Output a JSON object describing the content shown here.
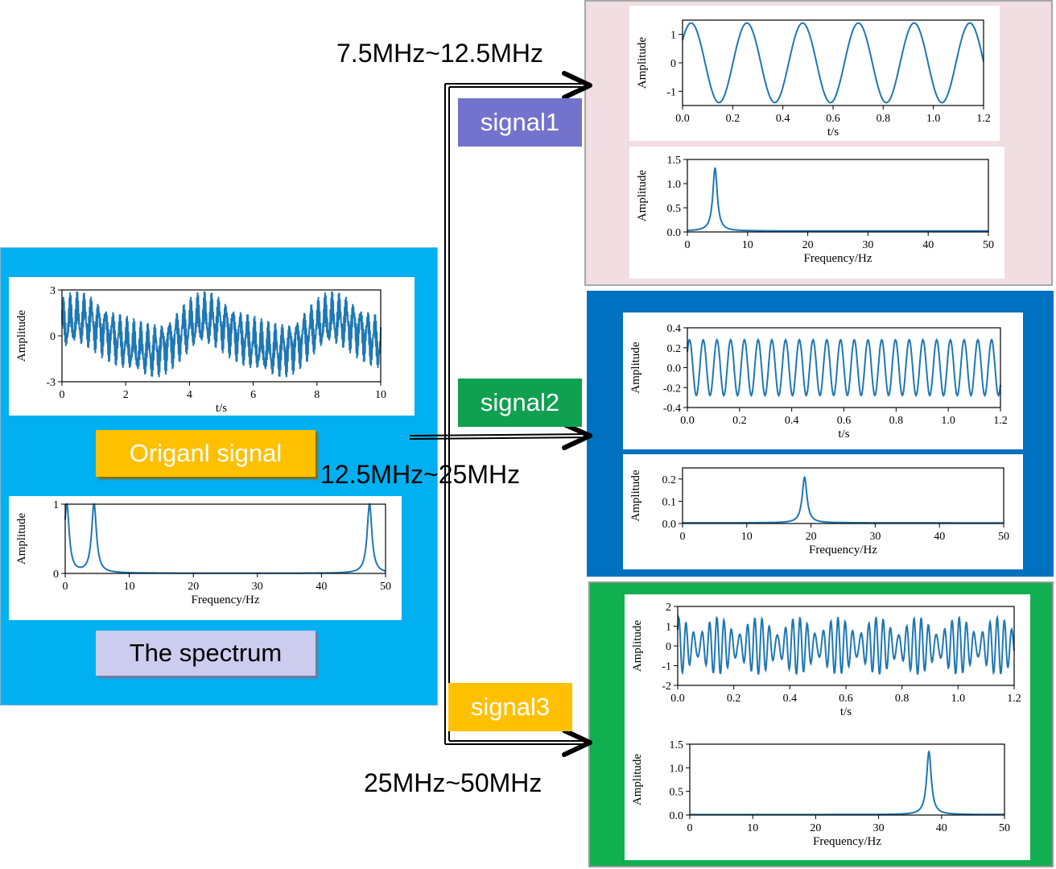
{
  "colors": {
    "line": "#1f77b4",
    "original_bg": "#00b0f0",
    "band1_bg": "#f0dee2",
    "band2_bg": "#0070c0",
    "band3_bg": "#10b050",
    "tag_origin": "#ffc000",
    "tag_spectrum": "#ccccee",
    "tag_signal1": "#7373cd",
    "tag_signal2": "#10a050",
    "tag_signal3": "#ffc000"
  },
  "labels": {
    "original_signal": "Origanl signal",
    "spectrum": "The spectrum",
    "signal1": "signal1",
    "signal2": "signal2",
    "signal3": "signal3",
    "band1": "7.5MHz~12.5MHz",
    "band2": "12.5MHz~25MHz",
    "band3": "25MHz~50MHz"
  },
  "chart_data": [
    {
      "id": "orig_time",
      "type": "line",
      "xlabel": "t/s",
      "ylabel": "Amplitude",
      "xlim": [
        0,
        10
      ],
      "ylim": [
        -3,
        3
      ],
      "xticks": [
        0,
        2,
        4,
        6,
        8,
        10
      ],
      "yticks": [
        -3,
        0,
        3
      ],
      "series": [
        {
          "components": [
            [
              0.25,
              1.0
            ],
            [
              4.5,
              1.0
            ],
            [
              47.5,
              1.0
            ]
          ],
          "samples": 900
        }
      ]
    },
    {
      "id": "orig_spec",
      "type": "line",
      "xlabel": "Frequency/Hz",
      "ylabel": "Amplitude",
      "xlim": [
        0,
        50
      ],
      "ylim": [
        0,
        1
      ],
      "xticks": [
        0,
        10,
        20,
        30,
        40,
        50
      ],
      "yticks": [
        0,
        1
      ],
      "series": [
        {
          "peaks": [
            [
              0.25,
              1.0
            ],
            [
              4.5,
              1.0
            ],
            [
              47.5,
              1.0
            ]
          ],
          "base": 0.003
        }
      ]
    },
    {
      "id": "s1_time",
      "type": "line",
      "xlabel": "t/s",
      "ylabel": "Amplitude",
      "xlim": [
        0,
        1.2
      ],
      "ylim": [
        -1.5,
        1.5
      ],
      "xticks": [
        0.0,
        0.2,
        0.4,
        0.6,
        0.8,
        1.0,
        1.2
      ],
      "yticks": [
        -1,
        0,
        1
      ],
      "series": [
        {
          "components": [
            [
              4.5,
              1.4
            ]
          ],
          "samples": 400
        }
      ]
    },
    {
      "id": "s1_spec",
      "type": "line",
      "xlabel": "Frequency/Hz",
      "ylabel": "Amplitude",
      "xlim": [
        0,
        50
      ],
      "ylim": [
        0,
        1.5
      ],
      "xticks": [
        0,
        10,
        20,
        30,
        40,
        50
      ],
      "yticks": [
        0.0,
        0.5,
        1.0,
        1.5
      ],
      "series": [
        {
          "peaks": [
            [
              4.6,
              1.3
            ]
          ],
          "base": 0.02
        }
      ]
    },
    {
      "id": "s2_time",
      "type": "line",
      "xlabel": "t/s",
      "ylabel": "Amplitude",
      "xlim": [
        0,
        1.2
      ],
      "ylim": [
        -0.4,
        0.4
      ],
      "xticks": [
        0.0,
        0.2,
        0.4,
        0.6,
        0.8,
        1.0,
        1.2
      ],
      "yticks": [
        -0.4,
        -0.2,
        0.0,
        0.2,
        0.4
      ],
      "series": [
        {
          "components": [
            [
              19,
              0.28
            ]
          ],
          "samples": 500
        }
      ]
    },
    {
      "id": "s2_spec",
      "type": "line",
      "xlabel": "Frequency/Hz",
      "ylabel": "Amplitude",
      "xlim": [
        0,
        50
      ],
      "ylim": [
        0,
        0.25
      ],
      "xticks": [
        0,
        10,
        20,
        30,
        40,
        50
      ],
      "yticks": [
        0.0,
        0.1,
        0.2
      ],
      "series": [
        {
          "peaks": [
            [
              19,
              0.205
            ]
          ],
          "base": 0.003
        }
      ]
    },
    {
      "id": "s3_time",
      "type": "line",
      "xlabel": "t/s",
      "ylabel": "Amplitude",
      "xlim": [
        0,
        1.2
      ],
      "ylim": [
        -2,
        2
      ],
      "xticks": [
        0.0,
        0.2,
        0.4,
        0.6,
        0.8,
        1.0,
        1.2
      ],
      "yticks": [
        -2,
        -1,
        0,
        1,
        2
      ],
      "series": [
        {
          "components": [
            [
              37,
              1.0
            ],
            [
              44,
              0.45
            ]
          ],
          "samples": 700
        }
      ]
    },
    {
      "id": "s3_spec",
      "type": "line",
      "xlabel": "Frequency/Hz",
      "ylabel": "Amplitude",
      "xlim": [
        0,
        50
      ],
      "ylim": [
        0,
        1.5
      ],
      "xticks": [
        0,
        10,
        20,
        30,
        40,
        50
      ],
      "yticks": [
        0.0,
        0.5,
        1.0,
        1.5
      ],
      "series": [
        {
          "peaks": [
            [
              38,
              1.33
            ]
          ],
          "base": 0.01
        }
      ]
    }
  ]
}
